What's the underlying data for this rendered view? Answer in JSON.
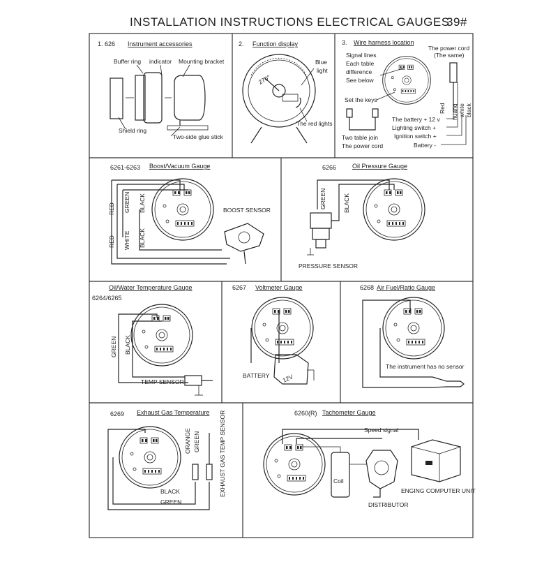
{
  "header": {
    "title": "INSTALLATION INSTRUCTIONS ELECTRICAL GAUGES",
    "page": "39#"
  },
  "sections": [
    {
      "num": "1. 626",
      "title": "Instrument accessories",
      "labels": [
        "Buffer ring",
        "indicator",
        "Mounting bracket",
        "Shield ring",
        "Two-side glue stick"
      ]
    },
    {
      "num": "2.",
      "title": "Function display",
      "labels": [
        "Blue",
        "light",
        "The red lights",
        "270°"
      ]
    },
    {
      "num": "3.",
      "title": "Wire harness location",
      "labels": [
        "Signal lines",
        "Each table",
        "difference",
        "See below",
        "The power cord",
        "(The same)",
        "Set the keys",
        "Red",
        "huang",
        "white",
        "black",
        "The battery + 12 v",
        "Lighting switch +",
        "Ignition switch +",
        "Battery -",
        "Two table join",
        "The power cord"
      ]
    },
    {
      "num": "6261-6263",
      "title": "Boost/Vacuum Gauge",
      "labels": [
        "RED",
        "GREEN",
        "BLACK",
        "RED",
        "WHITE",
        "BLACK",
        "BOOST SENSOR"
      ]
    },
    {
      "num": "6266",
      "title": "Oil Pressure Gauge",
      "labels": [
        "GREEN",
        "BLACK",
        "PRESSURE SENSOR"
      ]
    },
    {
      "num": "6264/6265",
      "title": "Oil/Water Temperature Gauge",
      "labels": [
        "GREEN",
        "BLACK",
        "TEMP SENSOR"
      ]
    },
    {
      "num": "6267",
      "title": "Voltmeter Gauge",
      "labels": [
        "BATTERY",
        "12V"
      ]
    },
    {
      "num": "6268",
      "title": "Air Fuel/Ratio Gauge",
      "labels": [
        "The instrument has no sensor"
      ]
    },
    {
      "num": "6269",
      "title": "Exhaust Gas Temperature",
      "labels": [
        "ORANGE",
        "GREEN",
        "EXHAUST GAS TEMP SENSOR",
        "BLACK",
        "GREEN"
      ]
    },
    {
      "num": "6260(R)",
      "title": "Tachometer Gauge",
      "labels": [
        "Speed signal",
        "Coil",
        "DISTRIBUTOR",
        "ENGING COMPUTER UNIT"
      ]
    }
  ]
}
